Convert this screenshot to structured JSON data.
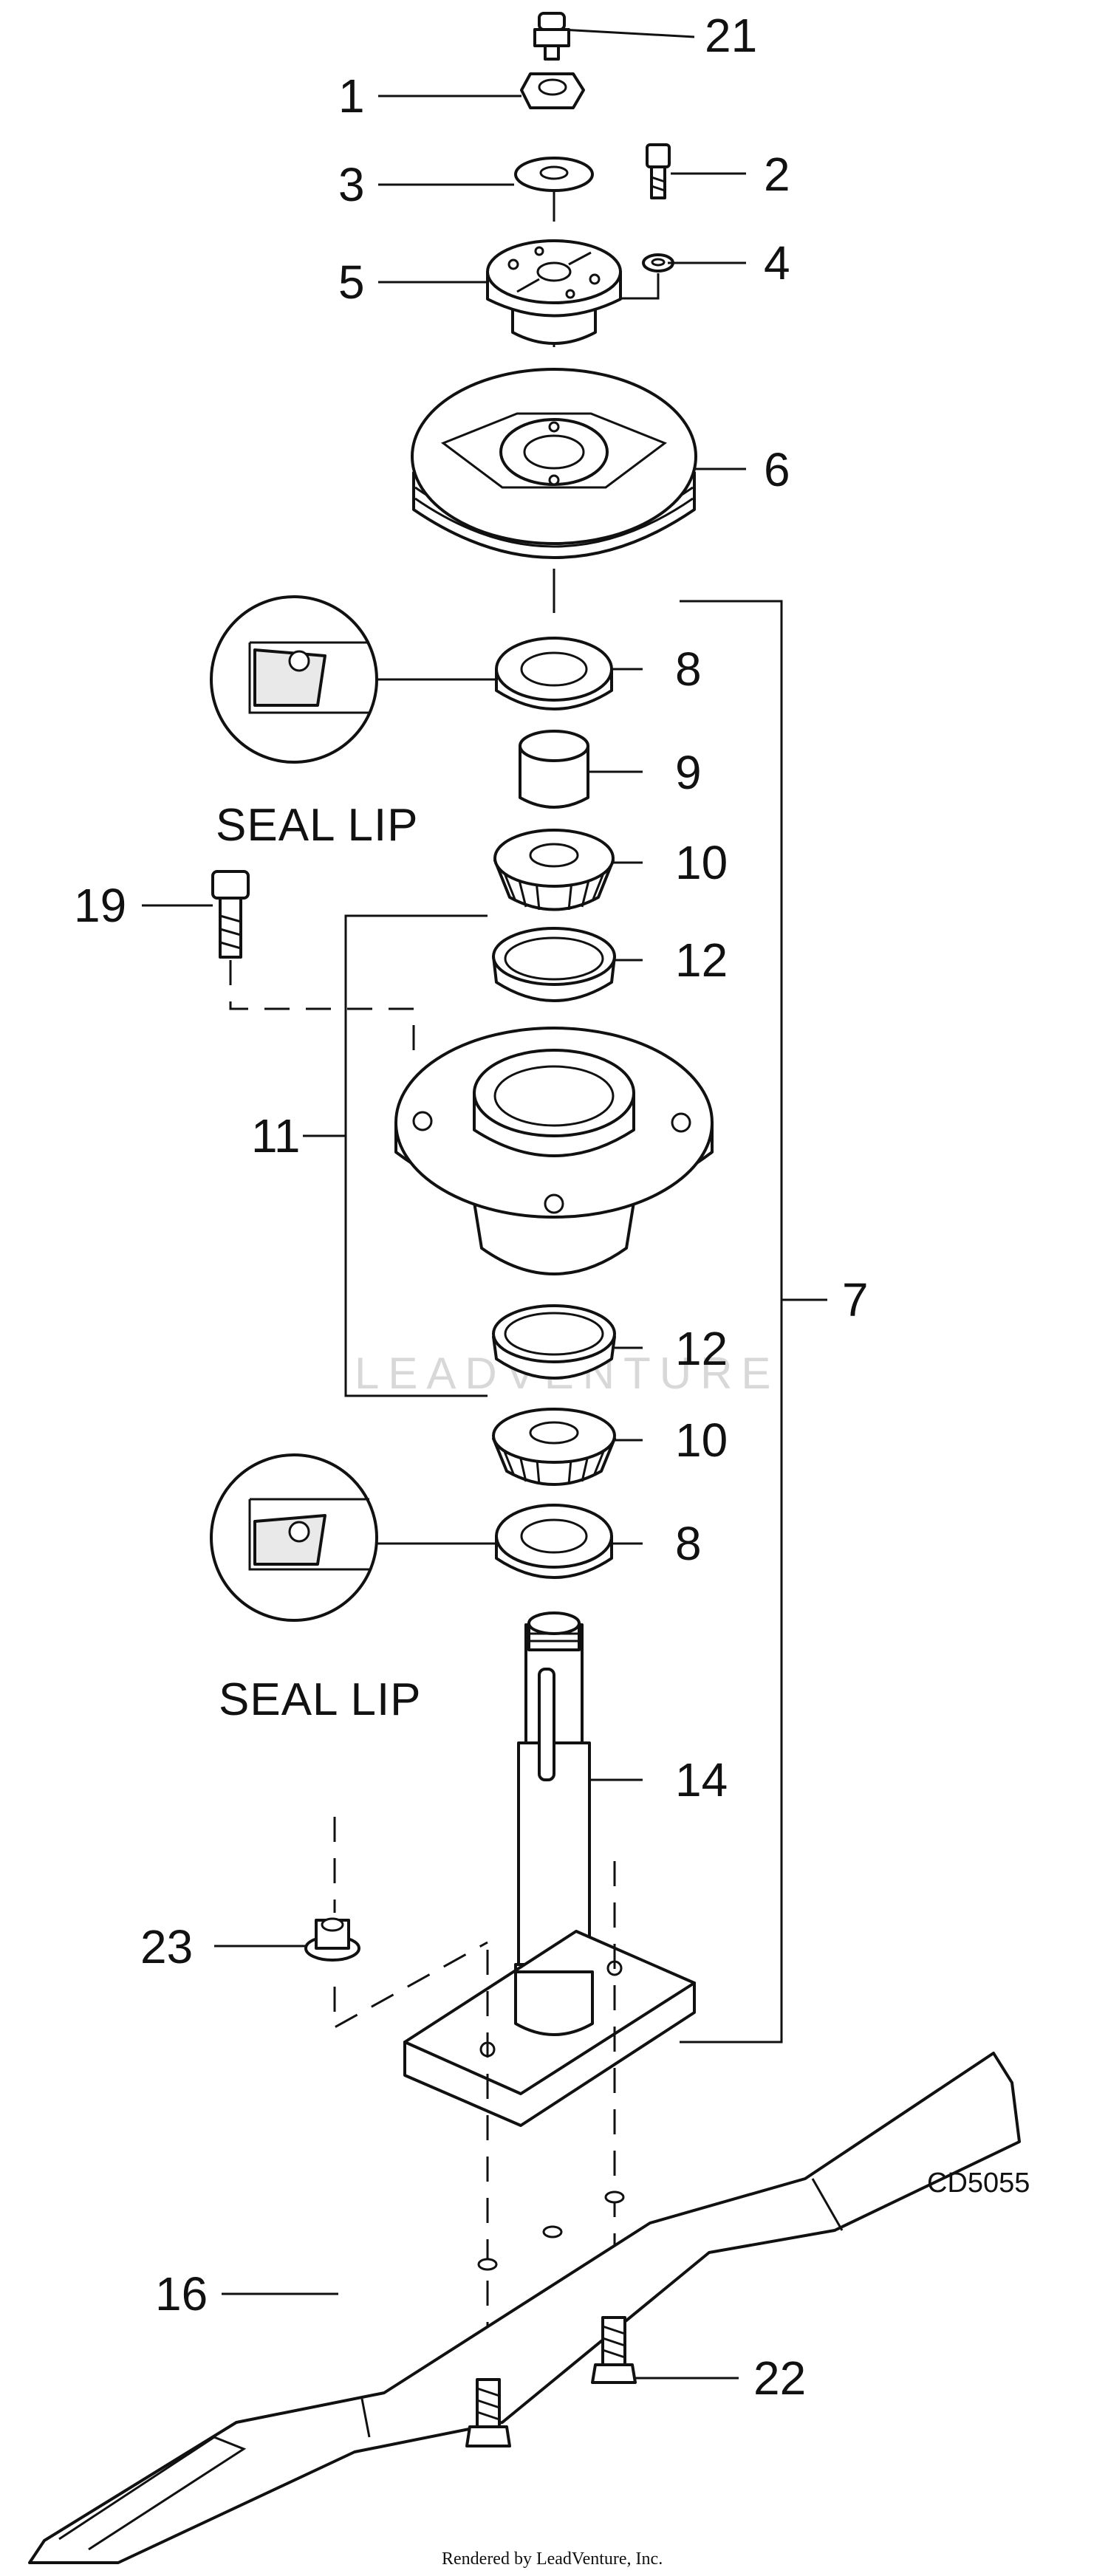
{
  "callouts": {
    "c1": "1",
    "c2": "2",
    "c3": "3",
    "c4": "4",
    "c5": "5",
    "c6": "6",
    "c7": "7",
    "c8a": "8",
    "c8b": "8",
    "c9": "9",
    "c10a": "10",
    "c10b": "10",
    "c11": "11",
    "c12a": "12",
    "c12b": "12",
    "c14": "14",
    "c16": "16",
    "c19": "19",
    "c21": "21",
    "c22": "22",
    "c23": "23"
  },
  "seal_labels": {
    "top": "SEAL LIP",
    "bottom": "SEAL LIP"
  },
  "diagram_code": "CD5055",
  "watermark": "LEADVENTURE",
  "footer": "Rendered by LeadVenture, Inc."
}
